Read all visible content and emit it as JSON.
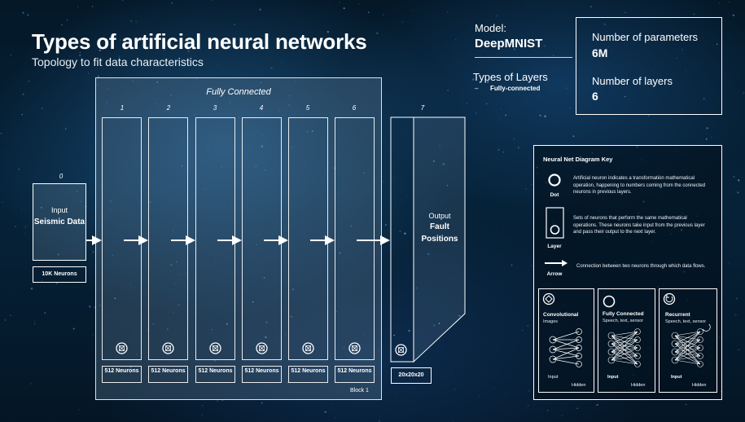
{
  "header": {
    "title": "Types of artificial neural networks",
    "subtitle": "Topology to fit data characteristics"
  },
  "model": {
    "label": "Model:",
    "name": "DeepMNIST",
    "types_label": "Types of Layers",
    "types_bullet": "–",
    "types_value": "Fully-connected"
  },
  "stats": {
    "params_label": "Number of parameters",
    "params_value": "6M",
    "layers_label": "Number of layers",
    "layers_value": "6"
  },
  "network": {
    "block_title": "Fully Connected",
    "block_label": "Block 1",
    "input": {
      "index": "0",
      "caption": "Input",
      "name": "Seismic Data",
      "neurons": "10K Neurons"
    },
    "layers": [
      {
        "index": "1",
        "neurons": "512 Neurons"
      },
      {
        "index": "2",
        "neurons": "512 Neurons"
      },
      {
        "index": "3",
        "neurons": "512 Neurons"
      },
      {
        "index": "4",
        "neurons": "512 Neurons"
      },
      {
        "index": "5",
        "neurons": "512 Neurons"
      },
      {
        "index": "6",
        "neurons": "512 Neurons"
      }
    ],
    "output": {
      "index": "7",
      "caption": "Output",
      "name": "Fault Positions",
      "neurons": "20x20x20"
    }
  },
  "key": {
    "title": "Neural Net Diagram Key",
    "items": [
      {
        "tag": "Dot",
        "icon": "dot-icon",
        "text": "Artificial neuron indicates a transformation mathematical operation, happening to numbers coming from the connected neurons in previous layers."
      },
      {
        "tag": "Layer",
        "icon": "layer-icon",
        "text": "Sets of neurons that perform the same mathematical operations. These neurons take input from the previous layer and pass their output to the next layer."
      },
      {
        "tag": "Arrow",
        "icon": "arrow-icon",
        "text": "Connection between two neurons through which data flows."
      }
    ],
    "examples": [
      {
        "title": "Convolutional",
        "sub": "Images",
        "input": "Input",
        "hidden": "Hidden",
        "icon": "convolutional-icon"
      },
      {
        "title": "Fully Connected",
        "sub": "Speech, text, sensor",
        "input": "Input",
        "hidden": "Hidden",
        "icon": "fully-connected-icon"
      },
      {
        "title": "Recurrent",
        "sub": "Speech, text, sensor",
        "input": "Input",
        "hidden": "Hidden",
        "icon": "recurrent-icon"
      }
    ]
  },
  "colors": {
    "background": "#041828",
    "accent_glow": "#2a6ea8",
    "line": "#ffffff"
  }
}
